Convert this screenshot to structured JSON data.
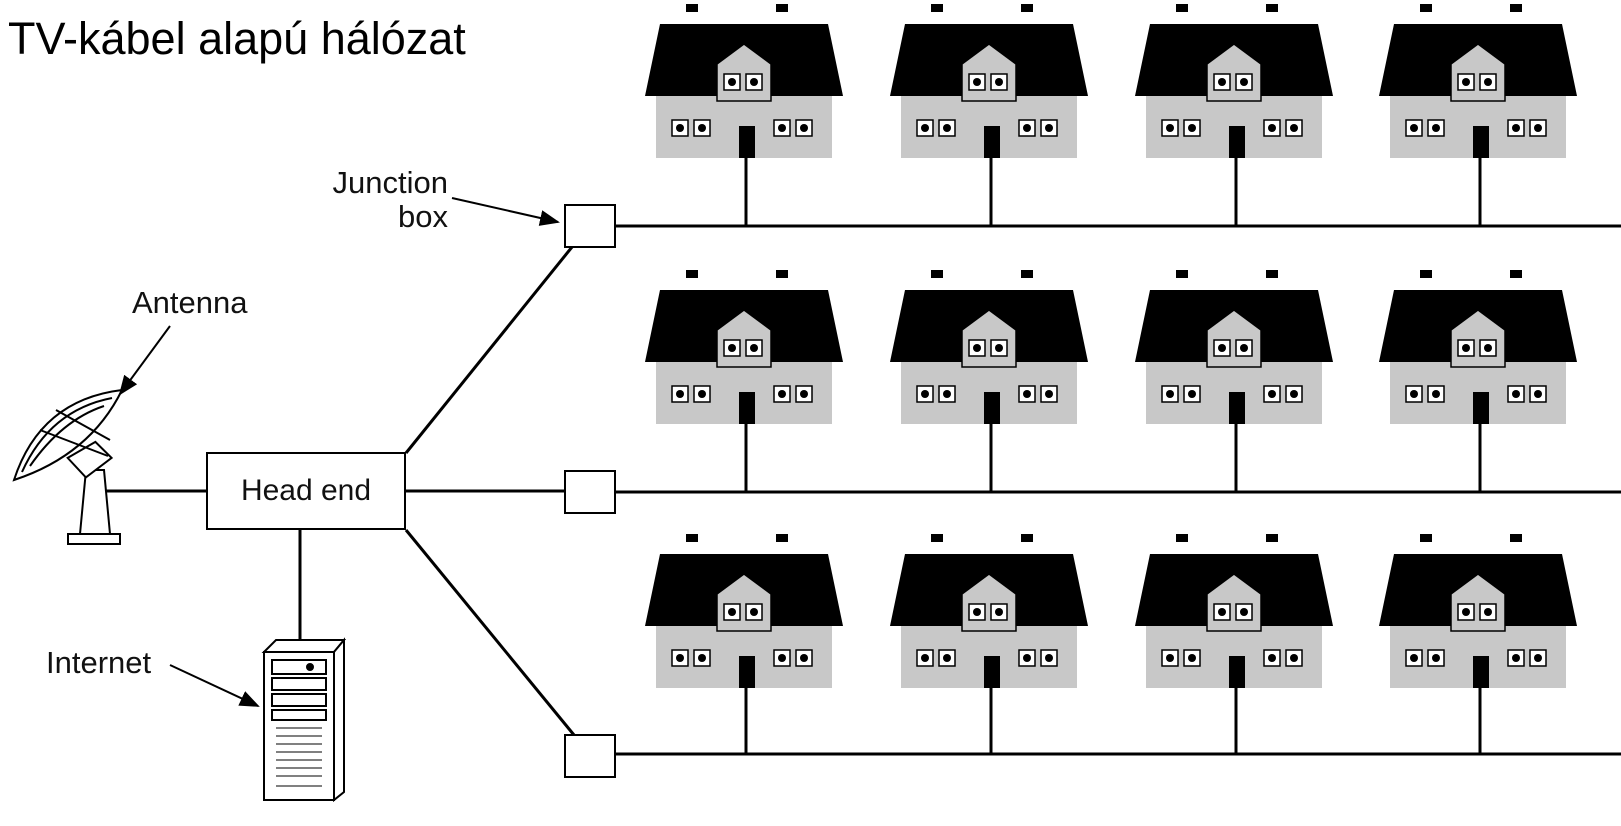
{
  "title": "TV-kábel alapú hálózat",
  "labels": {
    "junction_box": "Junction\nbox",
    "antenna": "Antenna",
    "head_end": "Head end",
    "internet": "Internet"
  },
  "houses": {
    "rows": 3,
    "per_row_visible": 4
  },
  "colors": {
    "line": "#000000",
    "roof": "#000000",
    "wall": "#c8c8c8"
  },
  "icons": [
    "satellite-dish-icon",
    "server-rack-icon",
    "house-icon"
  ]
}
